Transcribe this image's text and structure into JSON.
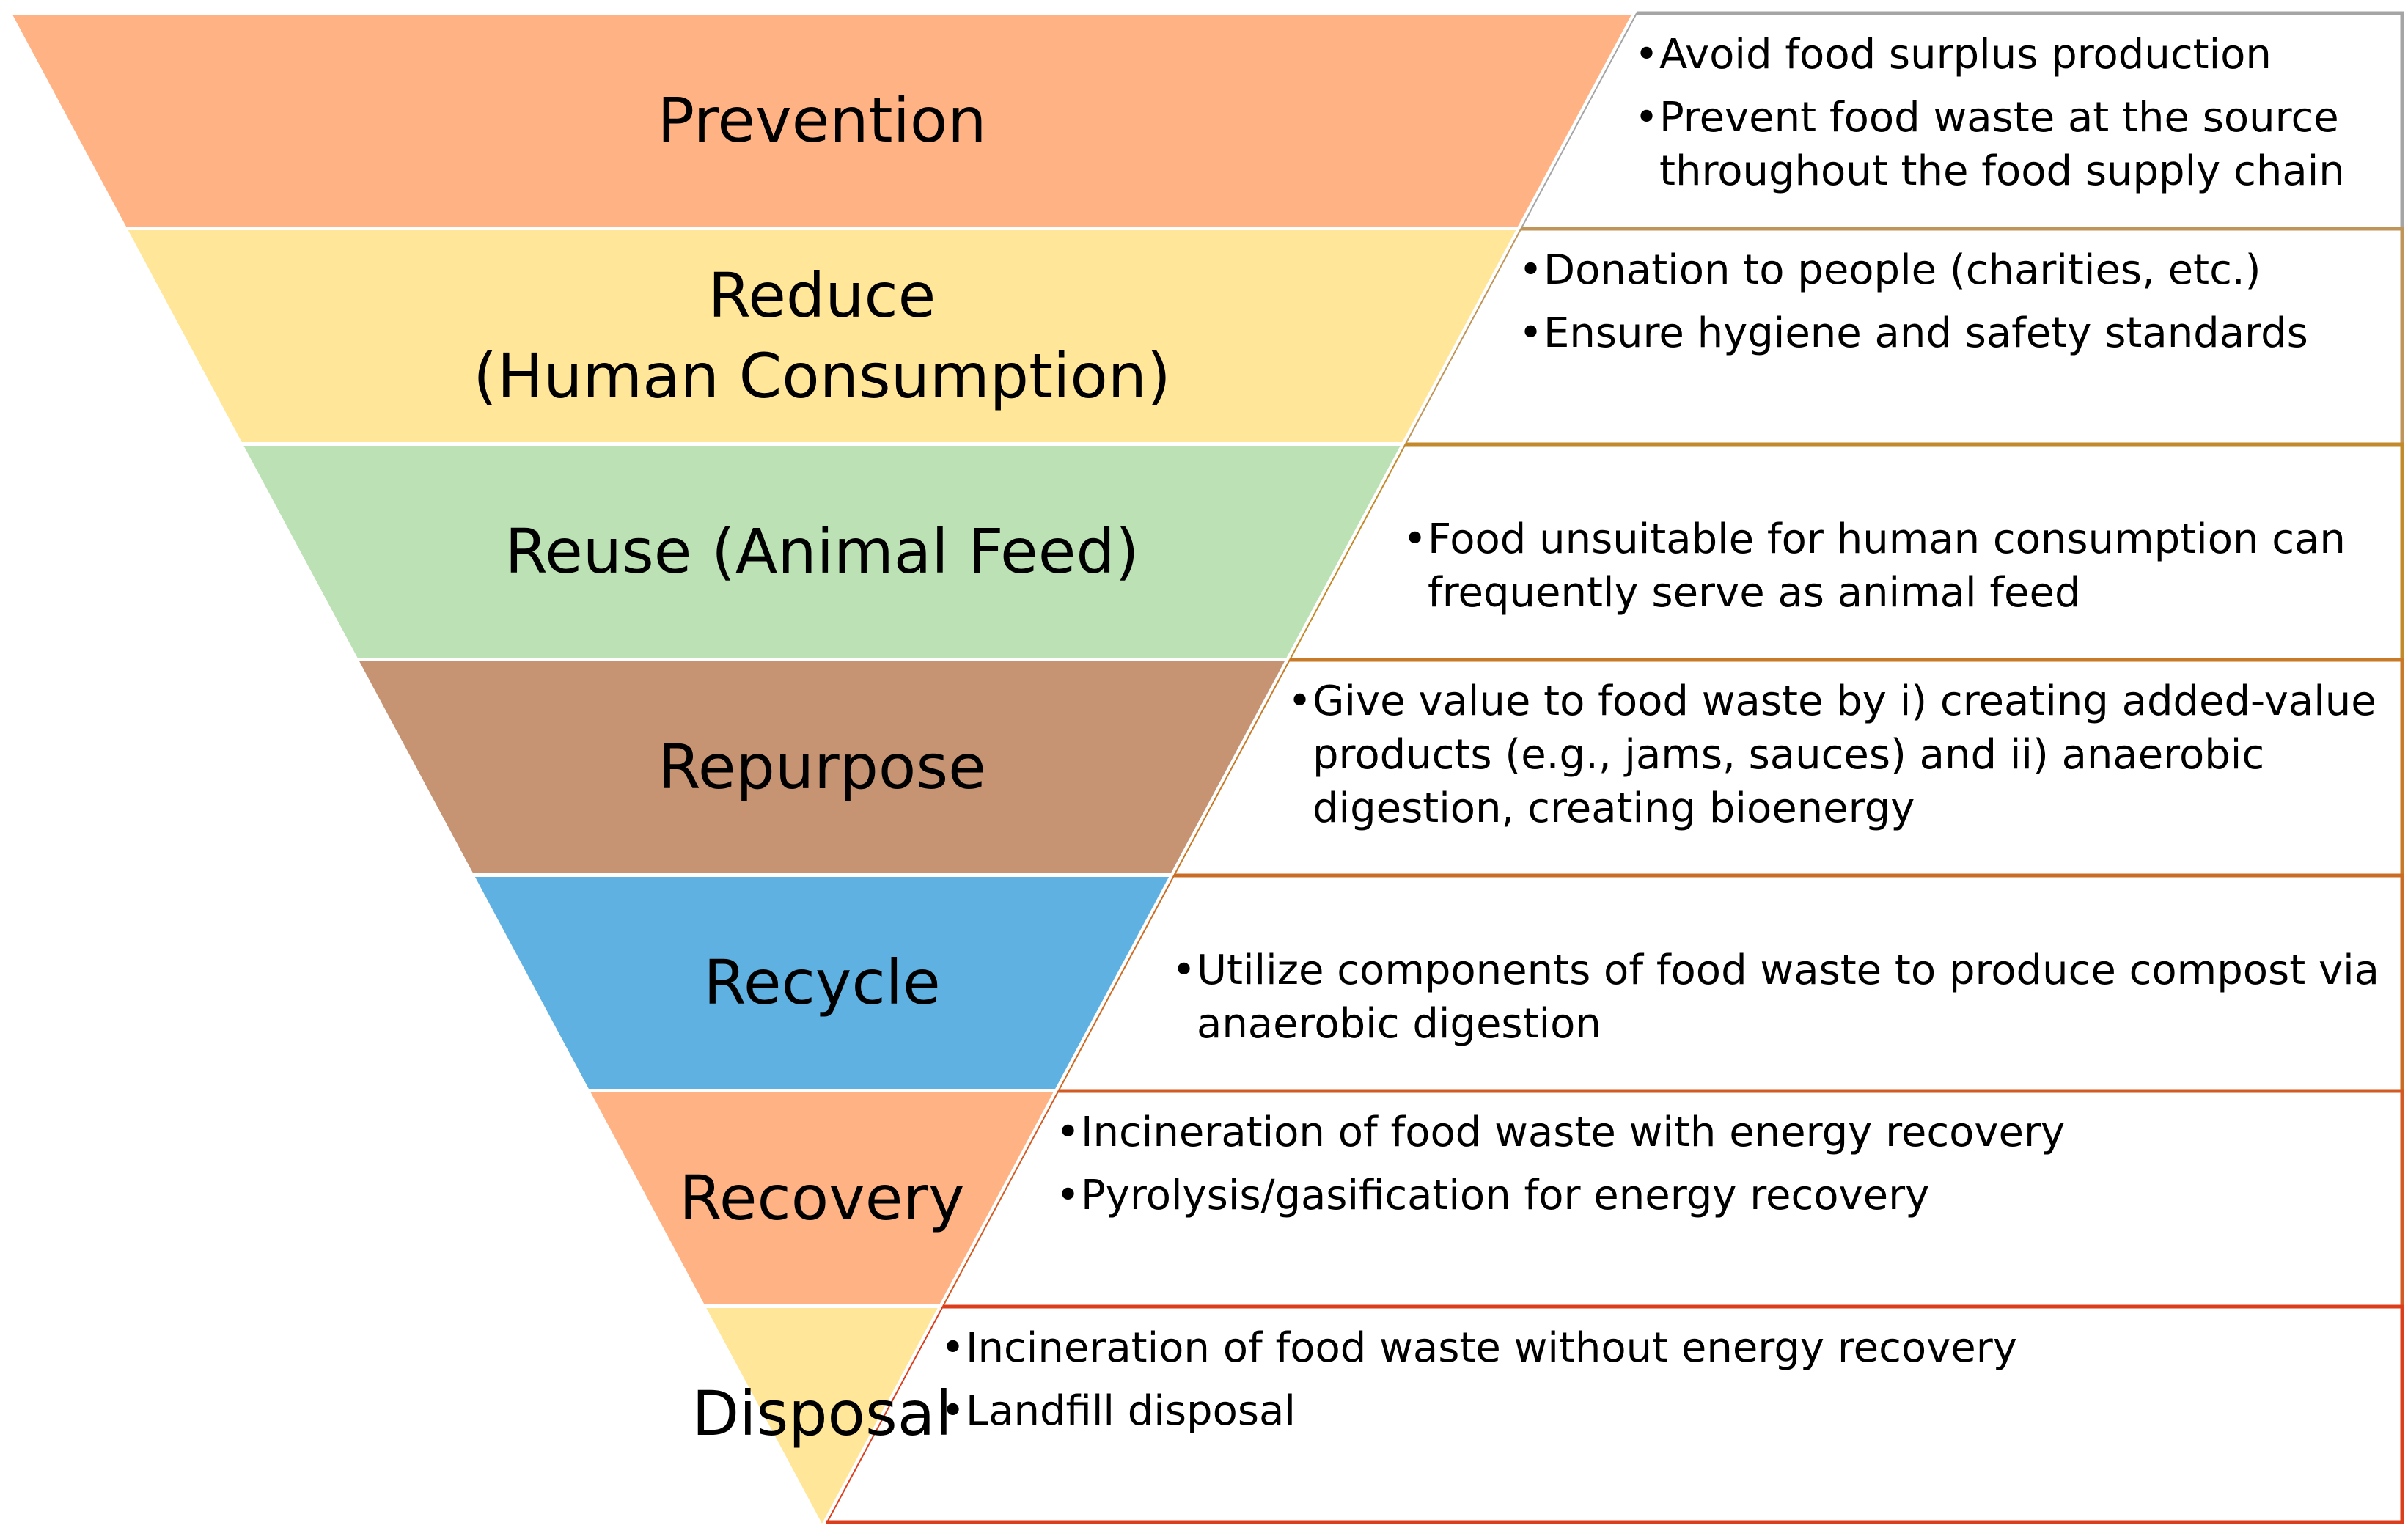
{
  "tiers": [
    {
      "label": "Prevention",
      "color": "#ffb384",
      "border_color": "#a5a5a5",
      "bullets": [
        "Avoid food surplus production",
        "Prevent food waste at the source throughout the food supply chain"
      ]
    },
    {
      "label": "Reduce (Human Consumption)",
      "color": "#ffe699",
      "border_color": "#c0955a",
      "bullets": [
        "Donation to people (charities, etc.)",
        "Ensure hygiene and safety standards"
      ]
    },
    {
      "label": "Reuse (Animal Feed)",
      "color": "#bbe1b4",
      "border_color": "#c38a2c",
      "bullets": [
        "Food unsuitable for human consumption can frequently serve as animal feed"
      ]
    },
    {
      "label": "Repurpose",
      "color": "#c69472",
      "border_color": "#c87a28",
      "bullets": [
        "Give value to food waste by i) creating added-value products (e.g., jams, sauces) and ii) anaerobic digestion, creating bioenergy"
      ]
    },
    {
      "label": "Recycle",
      "color": "#5fb1e2",
      "border_color": "#cb6c25",
      "bullets": [
        "Utilize components of food waste to produce compost via anaerobic digestion"
      ]
    },
    {
      "label": "Recovery",
      "color": "#ffb384",
      "border_color": "#d35a22",
      "bullets": [
        "Incineration of food waste with energy recovery",
        "Pyrolysis/gasification for energy recovery"
      ]
    },
    {
      "label": "Disposal",
      "color": "#ffe699",
      "border_color": "#dc3e1c",
      "bullets": [
        "Incineration of food waste without energy recovery",
        "Landfill disposal"
      ]
    }
  ]
}
